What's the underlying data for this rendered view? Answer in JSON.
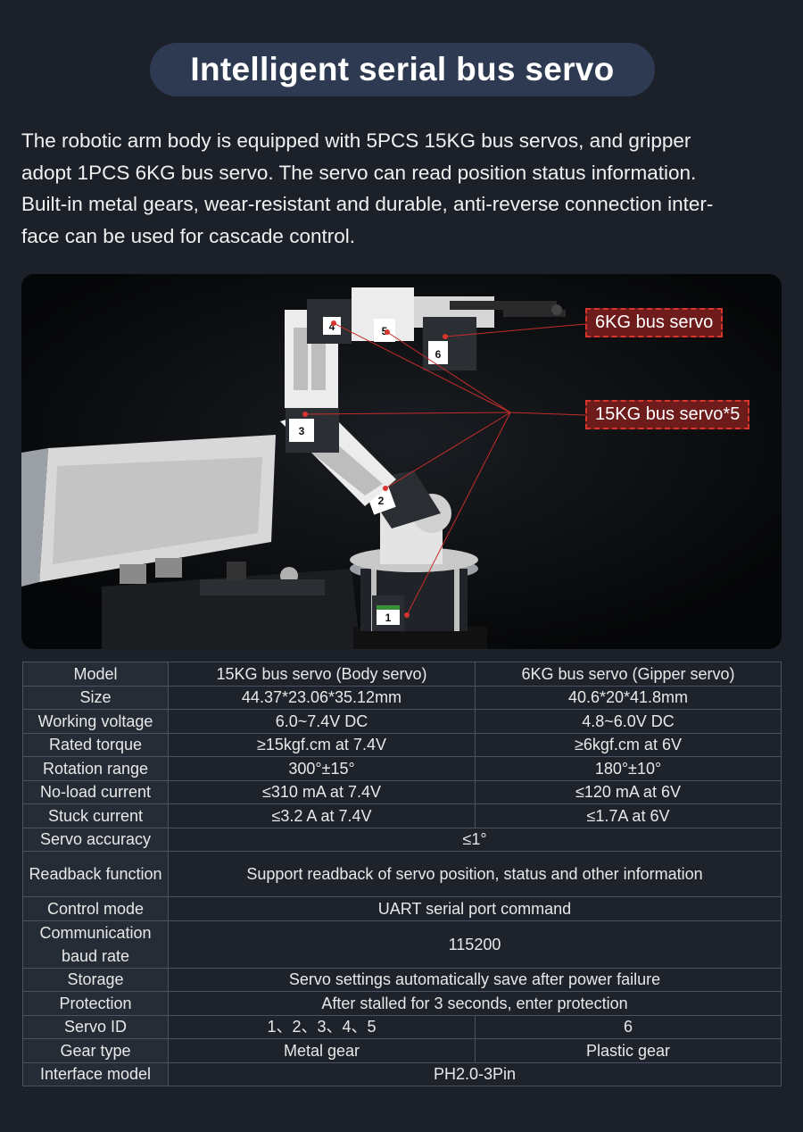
{
  "header": {
    "title": "Intelligent serial bus servo"
  },
  "intro": {
    "lines": [
      "The robotic arm body is equipped with 5PCS 15KG bus servos, and gripper",
      "adopt 1PCS 6KG bus servo. The servo can read position status information.",
      "Built-in metal gears, wear-resistant and durable, anti-reverse connection inter-",
      "face can be used for cascade control."
    ]
  },
  "photo": {
    "callouts": {
      "small_servo": "6KG bus servo",
      "body_servos": "15KG bus servo*5"
    },
    "servo_labels": [
      "1",
      "2",
      "3",
      "4",
      "5",
      "6"
    ],
    "accent_color": "#d9352f"
  },
  "spec_table": {
    "model": {
      "label": "Model",
      "a": "15KG bus servo (Body servo)",
      "b": "6KG bus servo (Gipper servo)"
    },
    "size": {
      "label": "Size",
      "a": "44.37*23.06*35.12mm",
      "b": "40.6*20*41.8mm"
    },
    "voltage": {
      "label": "Working voltage",
      "a": "6.0~7.4V DC",
      "b": "4.8~6.0V DC"
    },
    "torque": {
      "label": "Rated torque",
      "a": "≥15kgf.cm at 7.4V",
      "b": "≥6kgf.cm at 6V"
    },
    "rotation": {
      "label": "Rotation range",
      "a": "300°±15°",
      "b": "180°±10°"
    },
    "noload": {
      "label": "No-load current",
      "a": "≤310 mA at 7.4V",
      "b": "≤120 mA at 6V"
    },
    "stuck": {
      "label": "Stuck current",
      "a": "≤3.2 A at 7.4V",
      "b": "≤1.7A at 6V"
    },
    "accuracy": {
      "label": "Servo accuracy",
      "value": "≤1°"
    },
    "readback": {
      "label": "Readback function",
      "value": "Support readback of servo position, status and other information"
    },
    "control": {
      "label": "Control mode",
      "value": "UART serial port command"
    },
    "baud": {
      "label_line1": "Communication",
      "label_line2": "baud rate",
      "value": "115200"
    },
    "storage": {
      "label": "Storage",
      "value": "Servo settings automatically save after power failure"
    },
    "protection": {
      "label": "Protection",
      "value": "After stalled for 3 seconds, enter protection"
    },
    "servo_id": {
      "label": "Servo ID",
      "a": "1、2、3、4、5",
      "b": "6"
    },
    "gear": {
      "label": "Gear type",
      "a": "Metal gear",
      "b": "Plastic gear"
    },
    "interface": {
      "label": "Interface model",
      "value": "PH2.0-3Pin"
    }
  }
}
